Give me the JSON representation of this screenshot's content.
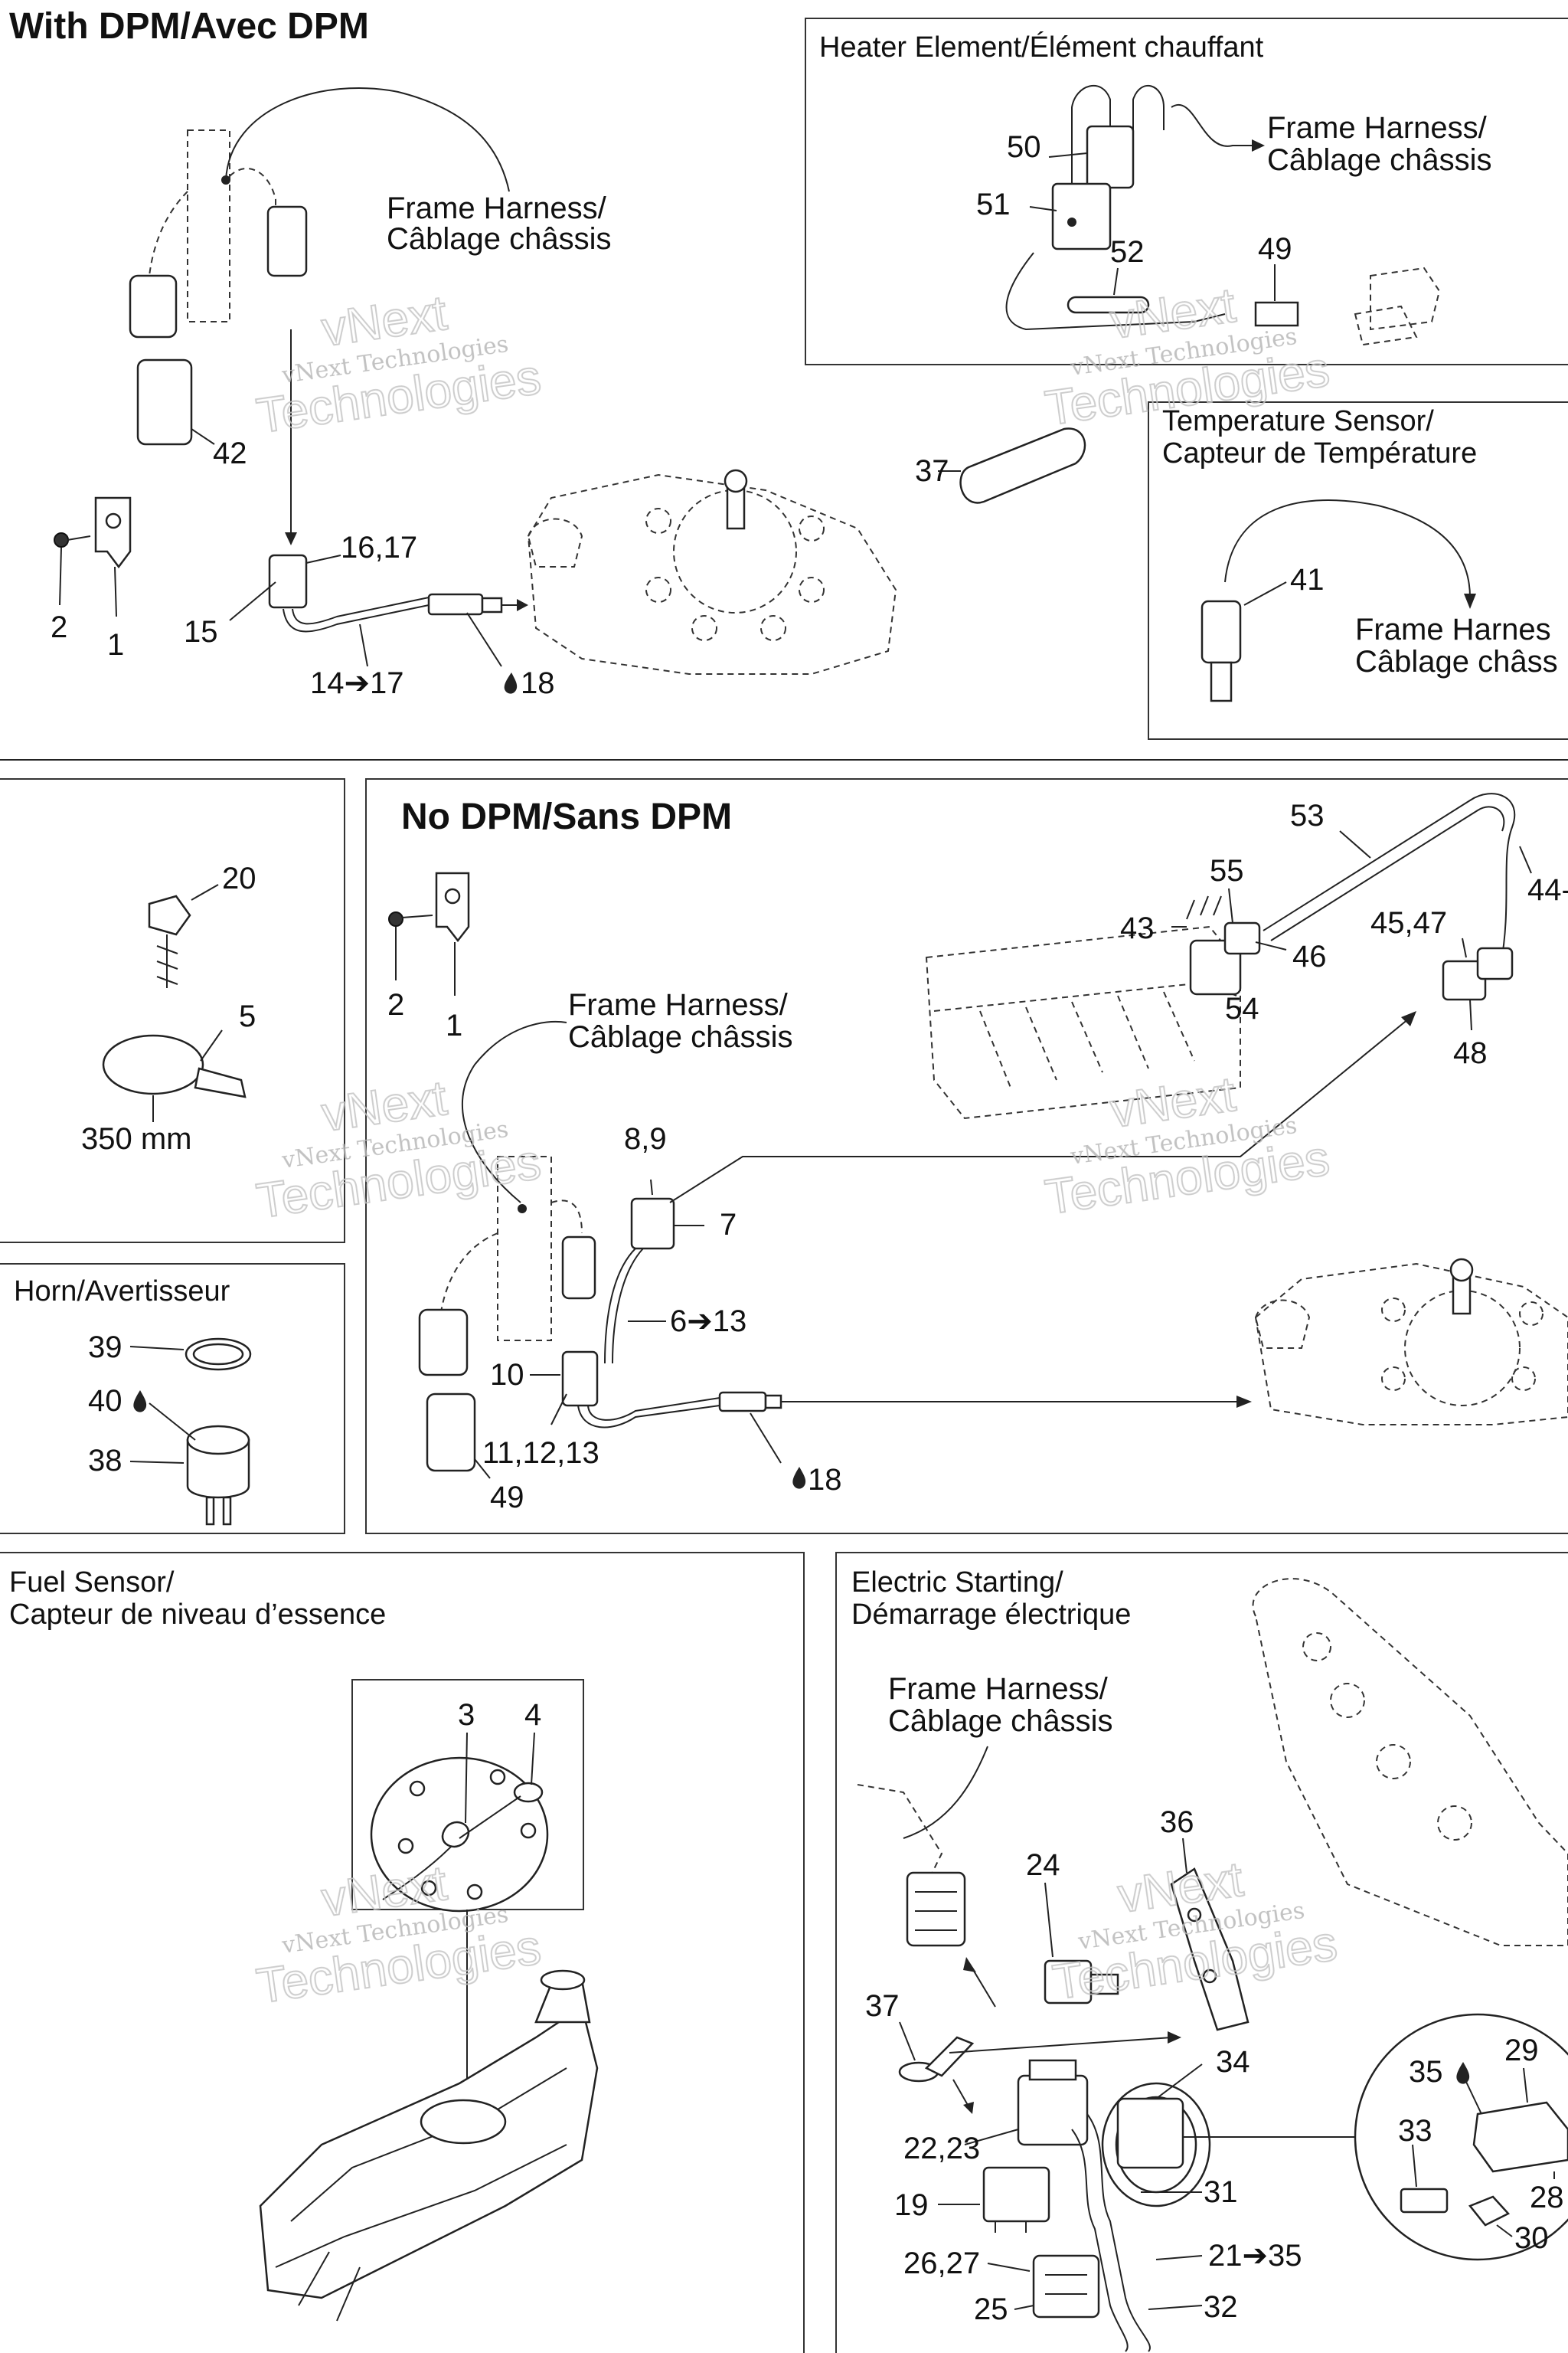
{
  "sections": {
    "with_dpm": {
      "title": "With DPM/Avec DPM",
      "frame_harness": "Frame Harness/",
      "frame_harness_fr": "Câblage châssis"
    },
    "heater": {
      "title": "Heater Element/Élément chauffant",
      "frame_harness": "Frame Harness/",
      "frame_harness_fr": "Câblage châssis"
    },
    "temp_sensor": {
      "title_line1": "Temperature Sensor/",
      "title_line2": "Capteur de Température",
      "frame_harness": "Frame Harnes",
      "frame_harness_fr": "Câblage châss"
    },
    "no_dpm": {
      "title": "No DPM/Sans DPM",
      "frame_harness": "Frame Harness/",
      "frame_harness_fr": "Câblage châssis"
    },
    "hardware": {
      "tie_length": "350 mm"
    },
    "horn": {
      "title": "Horn/Avertisseur"
    },
    "fuel_sensor": {
      "title_line1": "Fuel Sensor/",
      "title_line2": "Capteur de niveau d’essence"
    },
    "electric_starting": {
      "title_line1": "Electric Starting/",
      "title_line2": "Démarrage électrique",
      "frame_harness": "Frame Harness/",
      "frame_harness_fr": "Câblage châssis"
    }
  },
  "callouts": {
    "c42": "42",
    "c2a": "2",
    "c1a": "1",
    "c15": "15",
    "c16_17": "16,17",
    "c14_17": "14➔17",
    "c18a": "18",
    "c50": "50",
    "c51": "51",
    "c52": "52",
    "c49a": "49",
    "c37a": "37",
    "c41": "41",
    "c20": "20",
    "c5": "5",
    "c39": "39",
    "c40": "40",
    "c38": "38",
    "c2b": "2",
    "c1b": "1",
    "c8_9": "8,9",
    "c7": "7",
    "c6_13": "6➔13",
    "c10": "10",
    "c11_12_13": "11,12,13",
    "c49b": "49",
    "c18b": "18",
    "c53": "53",
    "c55": "55",
    "c43": "43",
    "c46": "46",
    "c54": "54",
    "c45_47": "45,47",
    "c48": "48",
    "c44": "44-",
    "c3": "3",
    "c4": "4",
    "c36": "36",
    "c24": "24",
    "c37b": "37",
    "c34": "34",
    "c22_23": "22,23",
    "c19": "19",
    "c26_27": "26,27",
    "c25": "25",
    "c31": "31",
    "c21_35": "21➔35",
    "c32": "32",
    "c35": "35",
    "c29": "29",
    "c33": "33",
    "c28": "28",
    "c30": "30"
  },
  "watermark": {
    "line1": "vNext Technologies",
    "line2": "vNext",
    "line3": "Technologies"
  }
}
